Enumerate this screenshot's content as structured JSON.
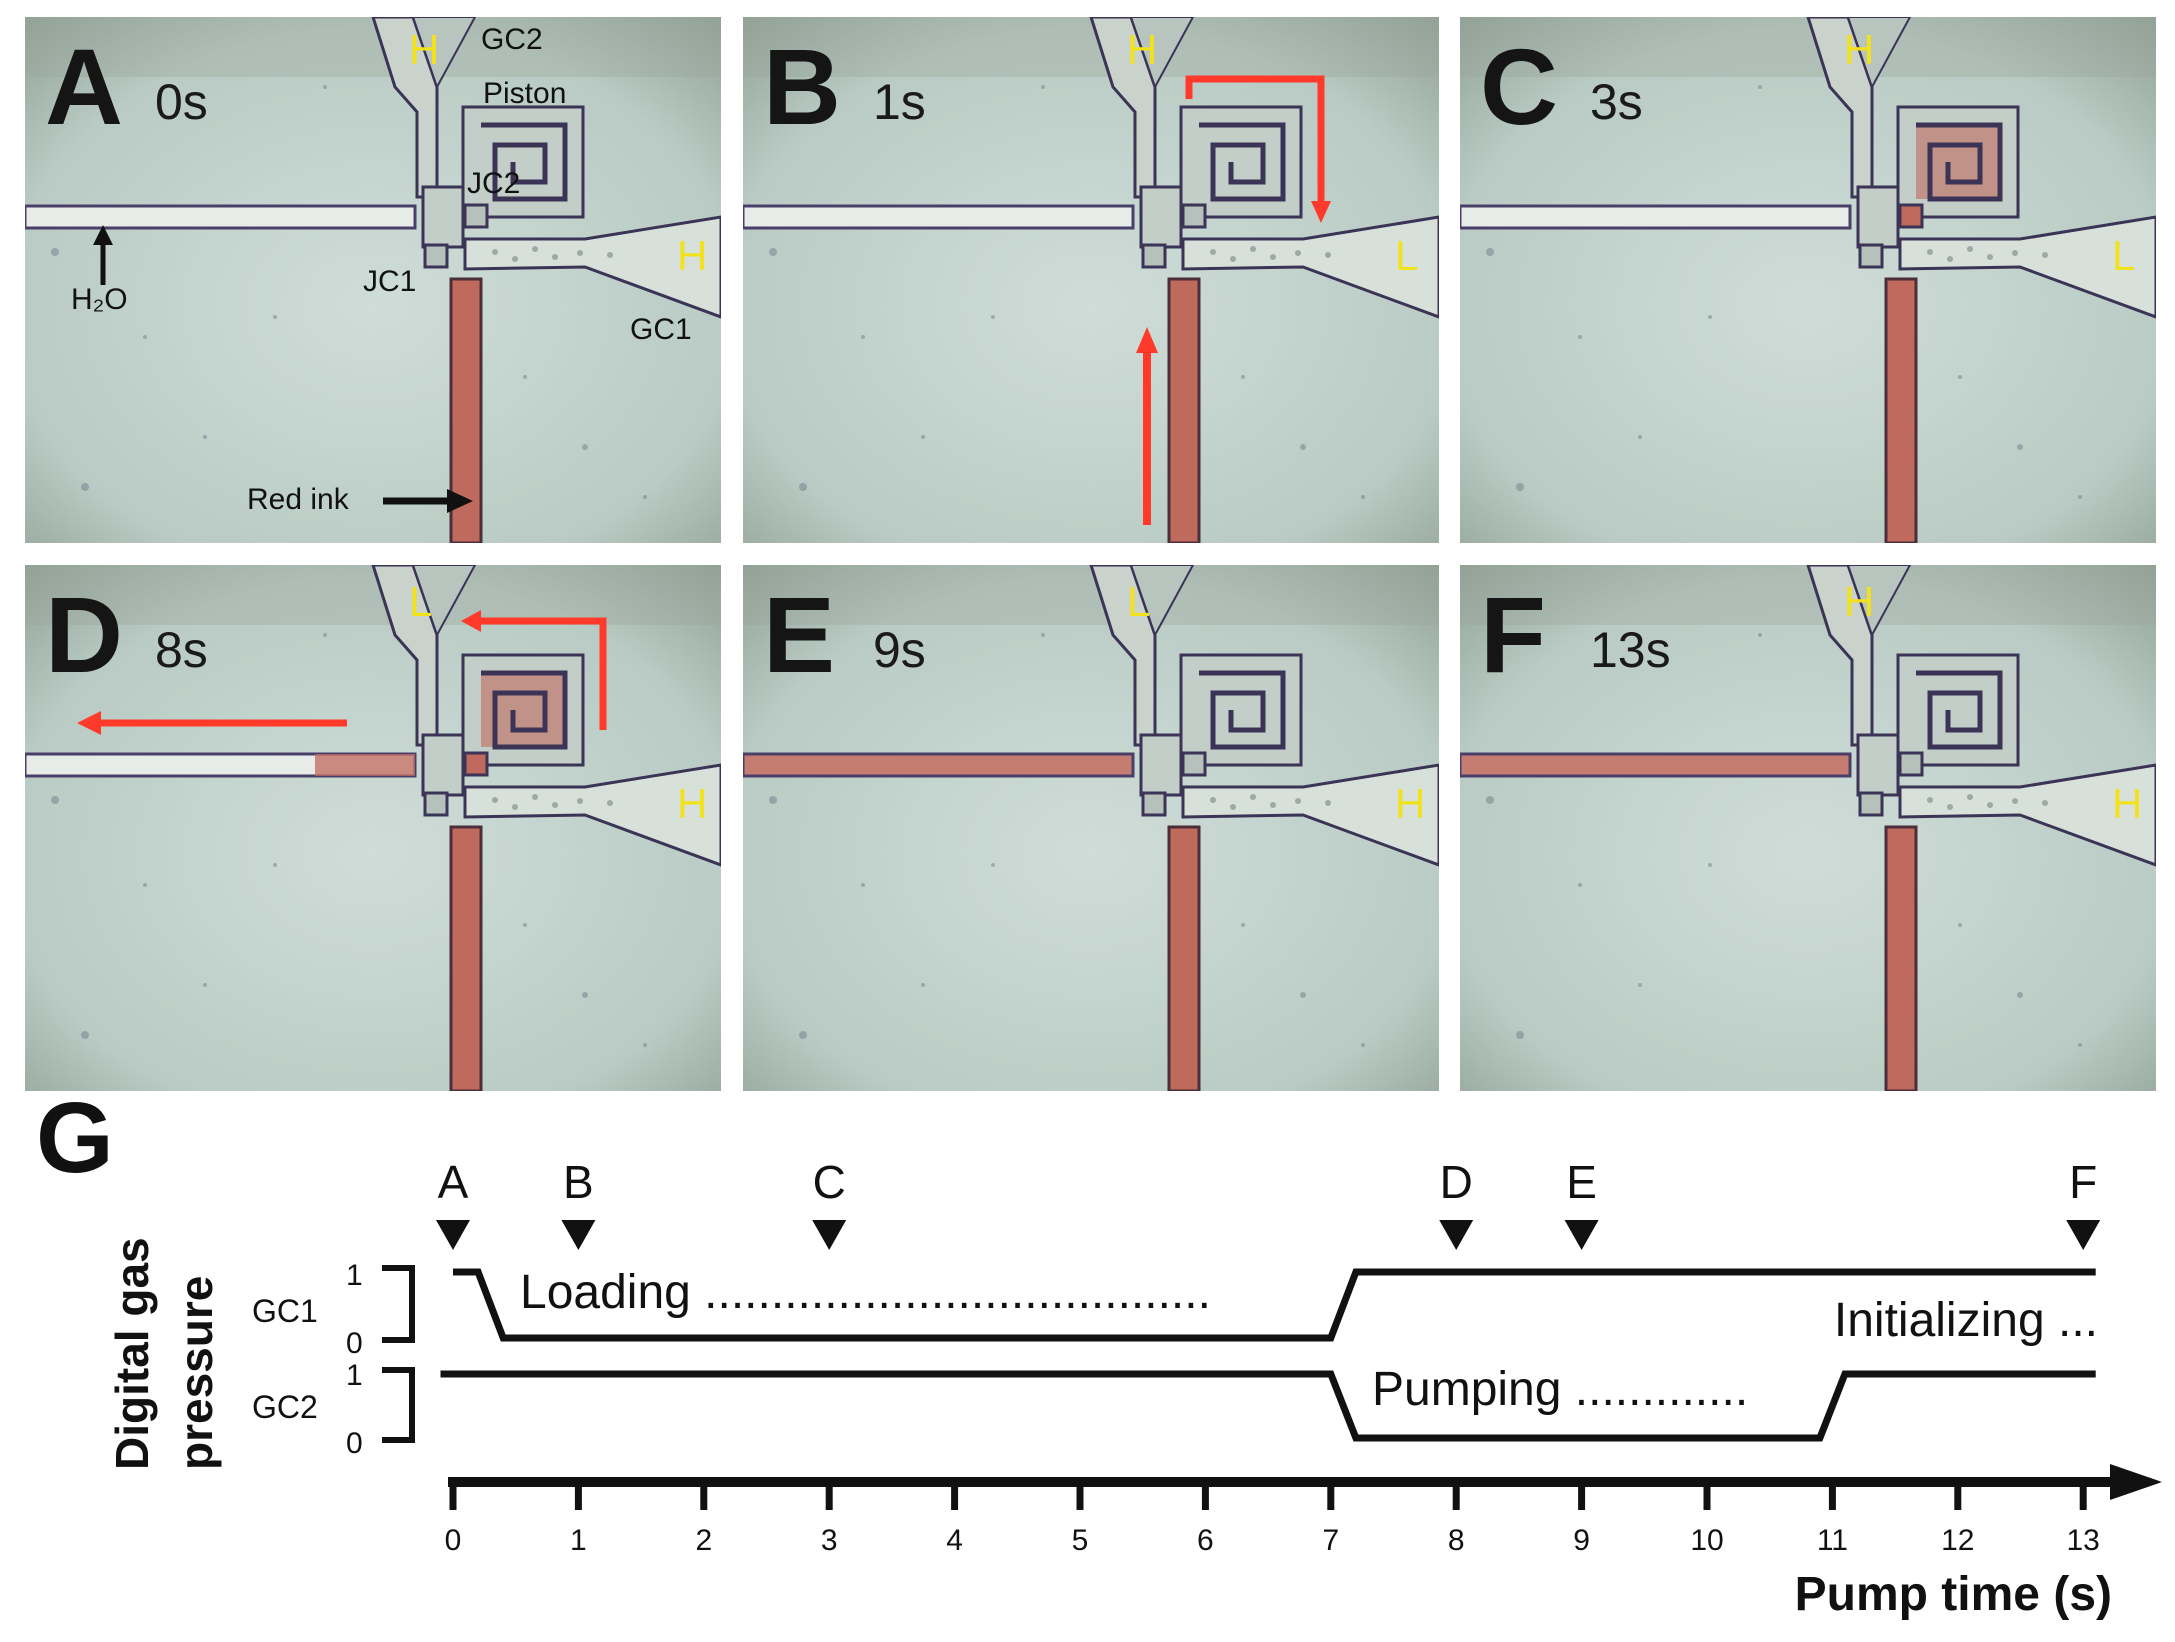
{
  "panels": [
    {
      "letter": "A",
      "time": "0s",
      "gc2_state": "H",
      "gc1_state": "H"
    },
    {
      "letter": "B",
      "time": "1s",
      "gc2_state": "H",
      "gc1_state": "L"
    },
    {
      "letter": "C",
      "time": "3s",
      "gc2_state": "H",
      "gc1_state": "L"
    },
    {
      "letter": "D",
      "time": "8s",
      "gc2_state": "L",
      "gc1_state": "H"
    },
    {
      "letter": "E",
      "time": "9s",
      "gc2_state": "L",
      "gc1_state": "H"
    },
    {
      "letter": "F",
      "time": "13s",
      "gc2_state": "H",
      "gc1_state": "H"
    }
  ],
  "annotations": {
    "gc2": "GC2",
    "piston": "Piston",
    "jc2": "JC2",
    "jc1": "JC1",
    "gc1": "GC1",
    "h2o": "H₂O",
    "red_ink": "Red ink"
  },
  "timing": {
    "label": "G",
    "ylabel_line1": "Digital gas",
    "ylabel_line2": "pressure",
    "xlabel": "Pump time (s)",
    "signals": [
      {
        "name": "GC1",
        "high": "1",
        "low": "0"
      },
      {
        "name": "GC2",
        "high": "1",
        "low": "0"
      }
    ],
    "phases": [
      {
        "text": "Loading ......................................"
      },
      {
        "text": "Pumping ............."
      },
      {
        "text": "Initializing ..."
      }
    ],
    "markers": [
      {
        "label": "A",
        "t": 0
      },
      {
        "label": "B",
        "t": 1
      },
      {
        "label": "C",
        "t": 3
      },
      {
        "label": "D",
        "t": 8
      },
      {
        "label": "E",
        "t": 9
      },
      {
        "label": "F",
        "t": 13
      }
    ],
    "ticks": [
      "0",
      "1",
      "2",
      "3",
      "4",
      "5",
      "6",
      "7",
      "8",
      "9",
      "10",
      "11",
      "12",
      "13"
    ],
    "gc1_wave": [
      [
        0,
        1
      ],
      [
        0.2,
        1
      ],
      [
        0.4,
        0
      ],
      [
        7,
        0
      ],
      [
        7.2,
        1
      ],
      [
        13.1,
        1
      ]
    ],
    "gc2_wave": [
      [
        -0.1,
        1
      ],
      [
        7,
        1
      ],
      [
        7.2,
        0
      ],
      [
        10.9,
        0
      ],
      [
        11.1,
        1
      ],
      [
        13.1,
        1
      ]
    ],
    "colors": {
      "ink": "#c06a5e",
      "arrow": "#ff3a2a",
      "label_yellow": "#f2e21b",
      "background": "#c2d2cc"
    }
  }
}
